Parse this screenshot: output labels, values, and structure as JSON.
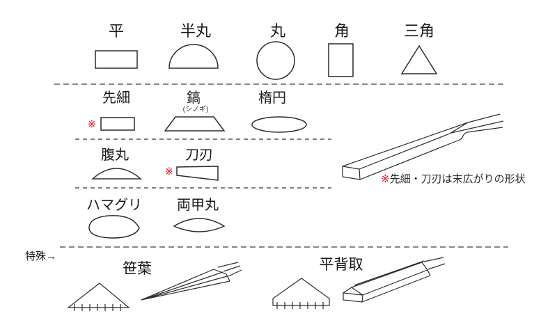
{
  "marker": "※",
  "shapes": {
    "flat": "平",
    "half_round": "半丸",
    "round": "丸",
    "square": "角",
    "triangle": "三角",
    "tapered": "先細",
    "shinogi": "鎬",
    "shinogi_reading": "(シノギ)",
    "ellipse": "楕円",
    "belly_round": "腹丸",
    "knife_edge": "刀刃",
    "hamaguri": "ハマグリ",
    "double_round": "両甲丸",
    "sasaba": "笹葉",
    "flat_back_chamfer": "平背取"
  },
  "special_label": "特殊→",
  "note": {
    "marker": "※",
    "text": "先細・刀刃は末広がりの形状"
  },
  "colors": {
    "line": "#2b2b2b",
    "dashed_line": "#8a8a8a",
    "text": "#1a1a1a",
    "accent_red": "#e60012",
    "background": "#ffffff"
  }
}
